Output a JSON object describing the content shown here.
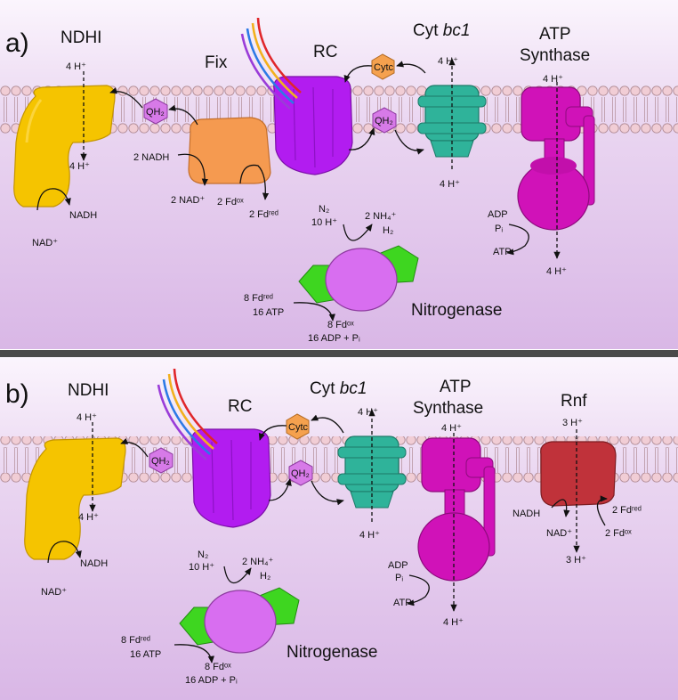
{
  "panels": [
    {
      "letter": "a)",
      "title_ndhi": "NDHI",
      "title_fix": "Fix",
      "title_rc": "RC",
      "title_cyt_prefix": "Cyt ",
      "title_cyt_italic": "bc1",
      "title_atp_1": "ATP",
      "title_atp_2": "Synthase",
      "title_nitro": "Nitrogenase",
      "ndhi_h_top": "4 H⁺",
      "ndhi_h_bottom": "4 H⁺",
      "ndhi_nadh": "NADH",
      "ndhi_nad": "NAD⁺",
      "qh2_a": "QH₂",
      "qh2_b": "QH₂",
      "fix_nadh": "2 NADH",
      "fix_nad": "2 NAD⁺",
      "fix_fd_ox": "2 Fdᵒˣ",
      "fix_fd_red": "2 Fdʳᵉᵈ",
      "cytc": "Cytc",
      "cyt_h_top": "4 H⁺",
      "cyt_h_bottom": "4 H⁺",
      "atp_h_top": "4 H⁺",
      "atp_adp": "ADP",
      "atp_pi": "Pᵢ",
      "atp_atp": "ATP",
      "atp_h_bottom": "4 H⁺",
      "n2": "N₂",
      "h10": "10 H⁺",
      "nh4": "2 NH₄⁺",
      "h2": "H₂",
      "fd_red_8": "8 Fdʳᵉᵈ",
      "atp_16": "16 ATP",
      "fd_ox_8": "8 Fdᵒˣ",
      "adp_16": "16 ADP + Pᵢ"
    },
    {
      "letter": "b)",
      "title_ndhi": "NDHI",
      "title_rc": "RC",
      "title_cyt_prefix": "Cyt ",
      "title_cyt_italic": "bc1",
      "title_atp_1": "ATP",
      "title_atp_2": "Synthase",
      "title_rnf": "Rnf",
      "title_nitro": "Nitrogenase",
      "ndhi_h_top": "4 H⁺",
      "ndhi_h_bottom": "4 H⁺",
      "ndhi_nadh": "NADH",
      "ndhi_nad": "NAD⁺",
      "qh2_a": "QH₂",
      "qh2_b": "QH₂",
      "cytc": "Cytc",
      "cyt_h_top": "4 H⁺",
      "cyt_h_bottom": "4 H⁺",
      "atp_h_top": "4 H⁺",
      "atp_adp": "ADP",
      "atp_pi": "Pᵢ",
      "atp_atp": "ATP",
      "atp_h_bottom": "4 H⁺",
      "rnf_h_top": "3 H⁺",
      "rnf_h_bottom": "3 H⁺",
      "rnf_nadh": "NADH",
      "rnf_nad": "NAD⁺",
      "rnf_fd_red": "2 Fdʳᵉᵈ",
      "rnf_fd_ox": "2 Fdᵒˣ",
      "n2": "N₂",
      "h10": "10 H⁺",
      "nh4": "2 NH₄⁺",
      "h2": "H₂",
      "fd_red_8": "8 Fdʳᵉᵈ",
      "atp_16": "16 ATP",
      "fd_ox_8": "8 Fdᵒˣ",
      "adp_16": "16 ADP + Pᵢ"
    }
  ],
  "colors": {
    "ndhi": "#f5c400",
    "fix": "#f59a50",
    "rc": "#b21cf0",
    "cytc": "#f5a14e",
    "cyt_bc1": "#2fb39a",
    "atp_synthase": "#d012b8",
    "rnf": "#c0323a",
    "nitrogenase": "#d86ef0",
    "nitrogenase_side": "#3ed620",
    "qh2": "#d77ae8",
    "lipid_head": "#f1cdd5",
    "panel_bg": "#d9b7e6",
    "divider": "#4a4a4a"
  },
  "light_rays": [
    "#e0262a",
    "#f2b01e",
    "#2d79e6",
    "#9a3cd8"
  ]
}
